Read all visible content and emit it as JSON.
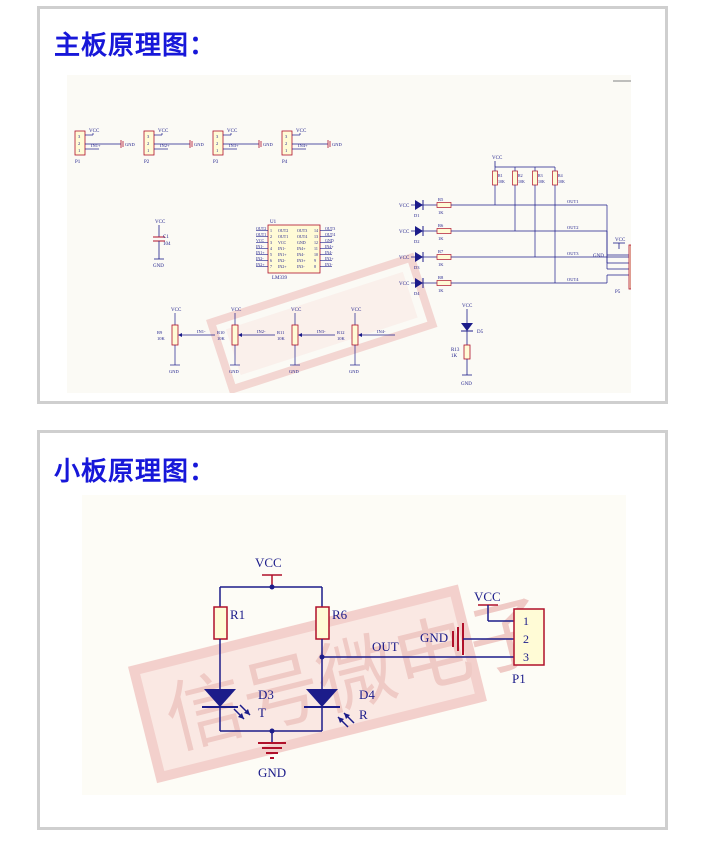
{
  "main_board": {
    "title": "主板原理图：",
    "headers": [
      {
        "ref": "P1",
        "net": "IN1+",
        "vcc": "VCC",
        "gnd": "GND",
        "pins": [
          "3",
          "2",
          "1"
        ]
      },
      {
        "ref": "P2",
        "net": "IN2+",
        "vcc": "VCC",
        "gnd": "GND",
        "pins": [
          "3",
          "2",
          "1"
        ]
      },
      {
        "ref": "P3",
        "net": "IN3+",
        "vcc": "VCC",
        "gnd": "GND",
        "pins": [
          "3",
          "2",
          "1"
        ]
      },
      {
        "ref": "P4",
        "net": "IN4+",
        "vcc": "VCC",
        "gnd": "GND",
        "pins": [
          "3",
          "2",
          "1"
        ]
      }
    ],
    "capacitor": {
      "ref": "C1",
      "value": "104",
      "vcc": "VCC",
      "gnd": "GND"
    },
    "comparator": {
      "ref": "U1",
      "part": "LM339",
      "left_pins": [
        {
          "name": "OUT2",
          "num": "1"
        },
        {
          "name": "OUT1",
          "num": "2"
        },
        {
          "name": "VCC",
          "num": "3"
        },
        {
          "name": "IN1-",
          "num": "4"
        },
        {
          "name": "IN1+",
          "num": "5"
        },
        {
          "name": "IN2-",
          "num": "6"
        },
        {
          "name": "IN2+",
          "num": "7"
        }
      ],
      "right_pins": [
        {
          "name": "OUT3",
          "num": "14"
        },
        {
          "name": "OUT4",
          "num": "13"
        },
        {
          "name": "GND",
          "num": "12"
        },
        {
          "name": "IN4+",
          "num": "11"
        },
        {
          "name": "IN4-",
          "num": "10"
        },
        {
          "name": "IN3+",
          "num": "9"
        },
        {
          "name": "IN3-",
          "num": "8"
        }
      ]
    },
    "pot_resistors": [
      {
        "ref": "R9",
        "value": "10K",
        "net": "IN1-"
      },
      {
        "ref": "R10",
        "value": "10K",
        "net": "IN2-"
      },
      {
        "ref": "R11",
        "value": "10K",
        "net": "IN3-"
      },
      {
        "ref": "R12",
        "value": "10K",
        "net": "IN4-"
      }
    ],
    "pullups": [
      {
        "ref": "R1",
        "value": "10K"
      },
      {
        "ref": "R2",
        "value": "10K"
      },
      {
        "ref": "R3",
        "value": "10K"
      },
      {
        "ref": "R4",
        "value": "10K"
      }
    ],
    "pullup_vcc": "VCC",
    "leds": [
      {
        "ref": "D1",
        "res": "R5",
        "value": "1K",
        "net": "OUT1"
      },
      {
        "ref": "D2",
        "res": "R6",
        "value": "1K",
        "net": "OUT2"
      },
      {
        "ref": "D3",
        "res": "R7",
        "value": "1K",
        "net": "OUT3"
      },
      {
        "ref": "D4",
        "res": "R8",
        "value": "1K",
        "net": "OUT4"
      }
    ],
    "led_vcc": "VCC",
    "output_header": {
      "ref": "P5",
      "gnd": "GND",
      "vcc": "VCC",
      "pins": [
        "1",
        "2",
        "3",
        "4",
        "5",
        "6"
      ]
    },
    "power_led": {
      "ref": "D5",
      "res": "R13",
      "value": "1K",
      "vcc": "VCC",
      "gnd": "GND"
    },
    "gnd_label": "GND",
    "vcc_label": "VCC"
  },
  "small_board": {
    "title": "小板原理图：",
    "vcc": "VCC",
    "r_left": "R1",
    "r_right": "R6",
    "out_label": "OUT",
    "gnd_header": "GND",
    "header_vcc": "VCC",
    "header_pins": [
      "1",
      "2",
      "3"
    ],
    "header_ref": "P1",
    "led_left": "D3",
    "led_left_type": "T",
    "led_right": "D4",
    "led_right_type": "R",
    "gnd_bottom": "GND"
  },
  "colors": {
    "title_blue": "#1717d9",
    "wire_navy": "#1c1c8a",
    "component_red": "#b0102a",
    "component_fill": "#fffbd6",
    "panel_border": "#cfcfcf"
  },
  "watermark": "信号微电子"
}
